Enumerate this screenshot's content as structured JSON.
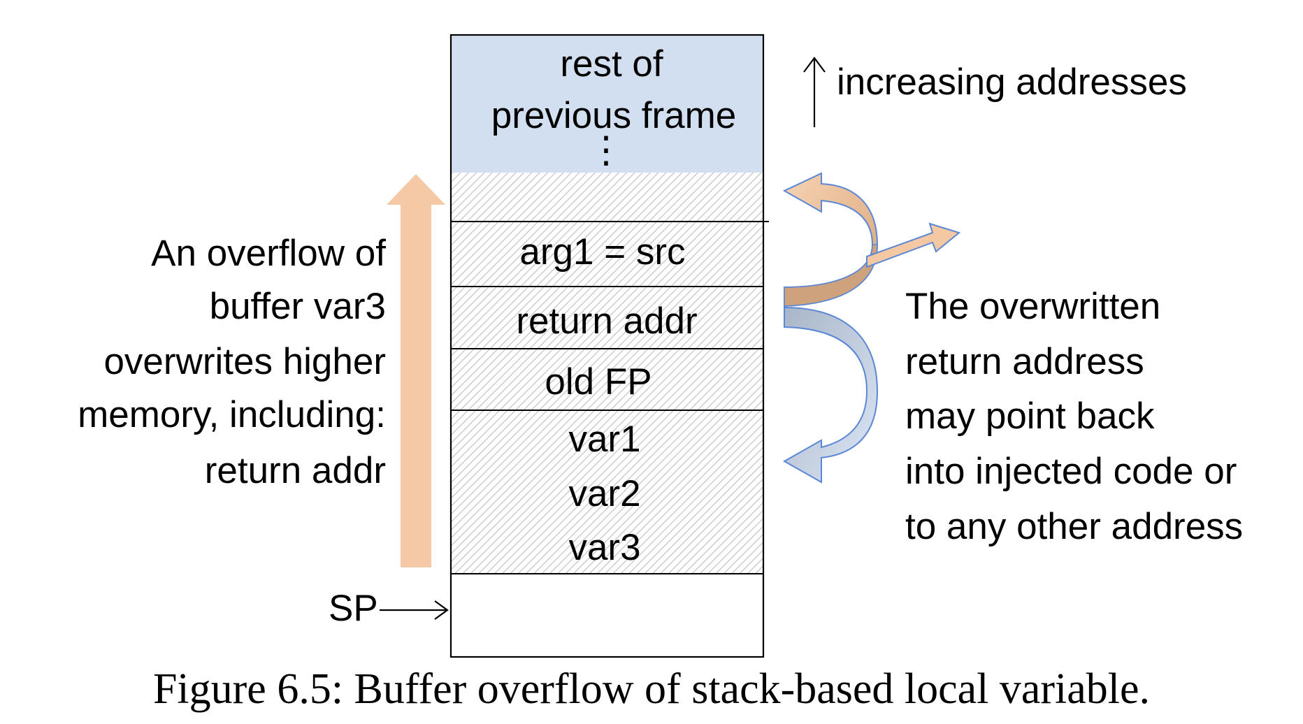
{
  "stack": {
    "previous_frame": {
      "line1": "rest of",
      "line2": "previous frame",
      "ellipsis": "⋮",
      "fill": "#d2dff1"
    },
    "slots": {
      "arg1": "arg1 = src",
      "return_addr": "return addr",
      "old_fp": "old FP",
      "var1": "var1",
      "var2": "var2",
      "var3": "var3"
    },
    "hatch_color": "#bdbdbd"
  },
  "increasing_label": "increasing addresses",
  "sp_label": "SP",
  "left_note": {
    "line1": "An overflow of",
    "line2": "buffer var3",
    "line3": "overwrites higher",
    "line4": "memory,  including:",
    "line5": "return addr"
  },
  "right_note": {
    "line1": "The overwritten",
    "line2": "return address",
    "line3": "may point back",
    "line4": "into injected code or",
    "line5": "to any other address"
  },
  "caption": "Figure 6.5:  Buffer overflow of stack-based local variable.",
  "colors": {
    "overflow_arrow": "#f6c9a6",
    "return_arrow_top": "#f3c8a2",
    "return_arrow_bottom": "#c9d8ee",
    "arrow_outline": "#5b87d6"
  }
}
